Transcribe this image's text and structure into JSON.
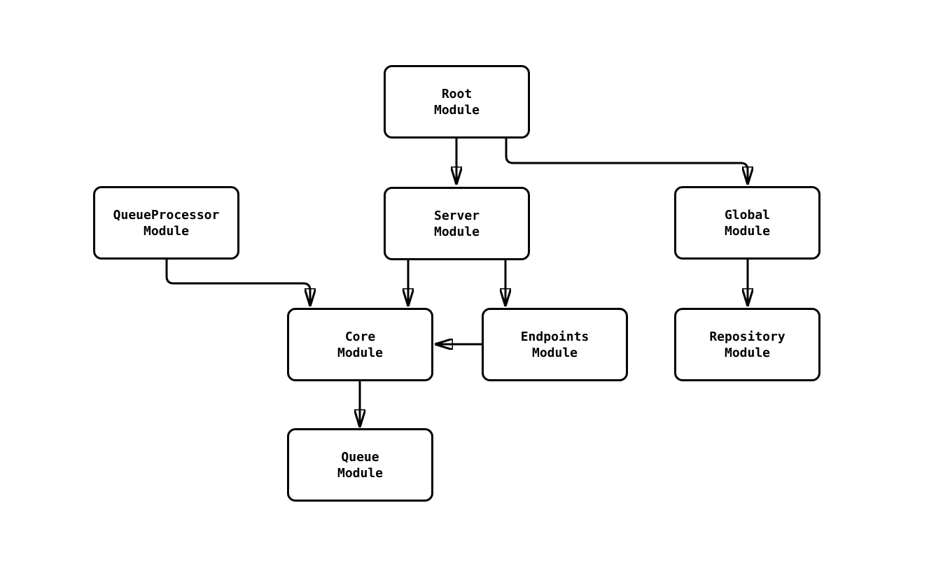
{
  "diagram": {
    "type": "module-dependency-graph",
    "background_color": "#ffffff",
    "node_fill_color": "#ffffff",
    "stroke_color": "#000000",
    "text_color": "#000000",
    "nodes": [
      {
        "id": "root",
        "line1": "Root",
        "line2": "Module"
      },
      {
        "id": "queueprocessor",
        "line1": "QueueProcessor",
        "line2": "Module"
      },
      {
        "id": "server",
        "line1": "Server",
        "line2": "Module"
      },
      {
        "id": "global",
        "line1": "Global",
        "line2": "Module"
      },
      {
        "id": "core",
        "line1": "Core",
        "line2": "Module"
      },
      {
        "id": "endpoints",
        "line1": "Endpoints",
        "line2": "Module"
      },
      {
        "id": "repository",
        "line1": "Repository",
        "line2": "Module"
      },
      {
        "id": "queue",
        "line1": "Queue",
        "line2": "Module"
      }
    ],
    "edges": [
      {
        "from": "root",
        "to": "server"
      },
      {
        "from": "root",
        "to": "global"
      },
      {
        "from": "queueprocessor",
        "to": "core"
      },
      {
        "from": "server",
        "to": "core"
      },
      {
        "from": "server",
        "to": "endpoints"
      },
      {
        "from": "endpoints",
        "to": "core"
      },
      {
        "from": "global",
        "to": "repository"
      },
      {
        "from": "core",
        "to": "queue"
      }
    ]
  }
}
